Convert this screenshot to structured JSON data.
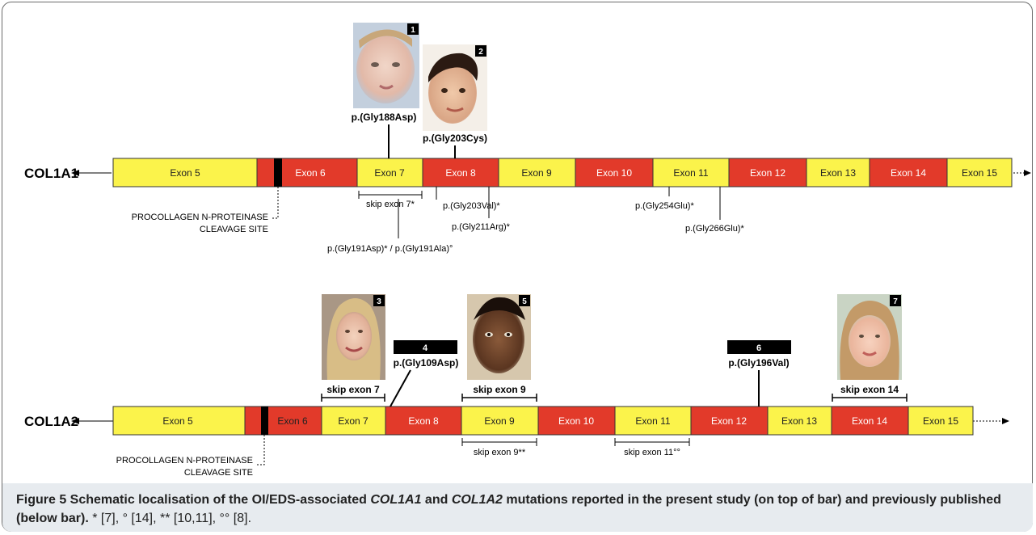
{
  "gene1": {
    "name": "COL1A1",
    "exons": [
      {
        "label": "Exon 5",
        "color": "yellow"
      },
      {
        "label": "Exon 6",
        "color": "red"
      },
      {
        "label": "Exon 7",
        "color": "yellow"
      },
      {
        "label": "Exon 8",
        "color": "red"
      },
      {
        "label": "Exon 9",
        "color": "yellow"
      },
      {
        "label": "Exon 10",
        "color": "red"
      },
      {
        "label": "Exon 11",
        "color": "yellow"
      },
      {
        "label": "Exon 12",
        "color": "red"
      },
      {
        "label": "Exon 13",
        "color": "yellow"
      },
      {
        "label": "Exon 14",
        "color": "red"
      },
      {
        "label": "Exon 15",
        "color": "yellow"
      }
    ],
    "cleavage_label_line1": "PROCOLLAGEN N-PROTEINASE",
    "cleavage_label_line2": "CLEAVAGE SITE",
    "present_study": [
      {
        "number": "1",
        "mutation": "p.(Gly188Asp)"
      },
      {
        "number": "2",
        "mutation": "p.(Gly203Cys)"
      }
    ],
    "published": [
      {
        "label": "skip exon 7*"
      },
      {
        "label": "p.(Gly203Val)*"
      },
      {
        "label": "p.(Gly211Arg)*"
      },
      {
        "label": "p.(Gly191Asp)* / p.(Gly191Ala)°"
      },
      {
        "label": "p.(Gly254Glu)*"
      },
      {
        "label": "p.(Gly266Glu)*"
      }
    ]
  },
  "gene2": {
    "name": "COL1A2",
    "exons": [
      {
        "label": "Exon 5",
        "color": "yellow"
      },
      {
        "label": "Exon 6",
        "color": "red"
      },
      {
        "label": "Exon 7",
        "color": "yellow"
      },
      {
        "label": "Exon 8",
        "color": "red"
      },
      {
        "label": "Exon 9",
        "color": "yellow"
      },
      {
        "label": "Exon 10",
        "color": "red"
      },
      {
        "label": "Exon 11",
        "color": "yellow"
      },
      {
        "label": "Exon 12",
        "color": "red"
      },
      {
        "label": "Exon 13",
        "color": "yellow"
      },
      {
        "label": "Exon 14",
        "color": "red"
      },
      {
        "label": "Exon 15",
        "color": "yellow"
      }
    ],
    "cleavage_label_line1": "PROCOLLAGEN N-PROTEINASE",
    "cleavage_label_line2": "CLEAVAGE SITE",
    "present_study": [
      {
        "number": "3",
        "mutation": "skip exon 7"
      },
      {
        "number": "4",
        "mutation": "p.(Gly109Asp)"
      },
      {
        "number": "5",
        "mutation": "skip exon 9"
      },
      {
        "number": "6",
        "mutation": "p.(Gly196Val)"
      },
      {
        "number": "7",
        "mutation": "skip exon 14"
      }
    ],
    "published": [
      {
        "label": "skip exon 9**"
      },
      {
        "label": "skip exon 11°°"
      }
    ]
  },
  "colors": {
    "exon_yellow": "#fbf34b",
    "exon_red": "#e23a2a",
    "cleavage_marker": "#000000",
    "caption_bg": "#e7ebef"
  },
  "caption": {
    "figure": "Figure 5",
    "part1": " Schematic localisation of the OI/EDS-associated ",
    "gene1": "COL1A1",
    "and": " and ",
    "gene2": "COL1A2",
    "part2": " mutations reported in the present study (on top of bar) and previously published (below bar).",
    "refs": " * [7], ° [14], ** [10,11], °° [8]."
  }
}
